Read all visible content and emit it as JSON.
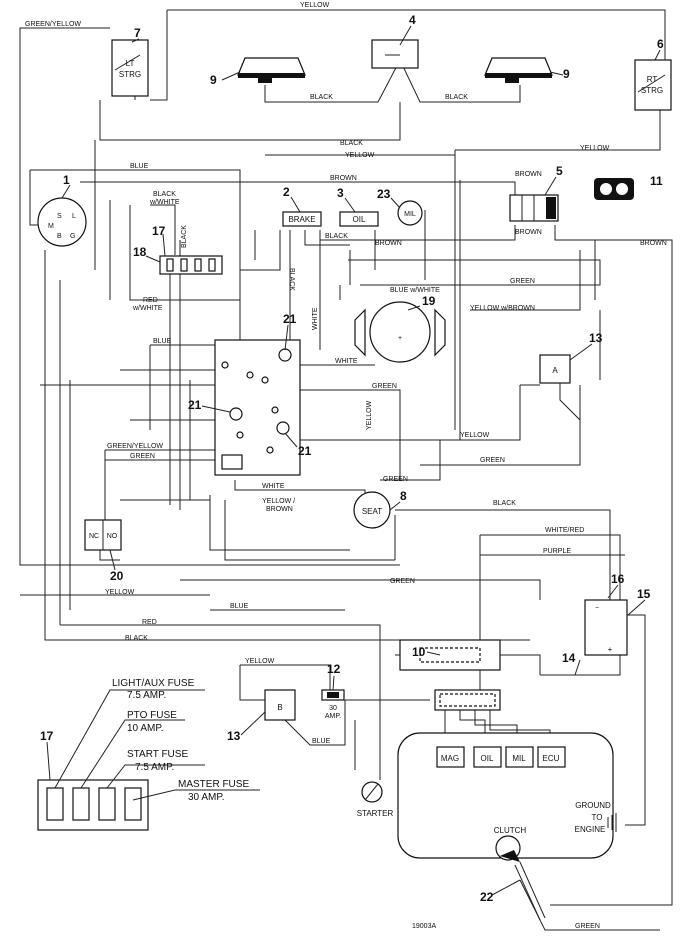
{
  "diagram": {
    "drawing_number": "19003A",
    "wire_colors": {
      "yellow": "YELLOW",
      "green_yellow": "GREEN/YELLOW",
      "black": "BLACK",
      "blue": "BLUE",
      "brown": "BROWN",
      "green": "GREEN",
      "white": "WHITE",
      "red": "RED",
      "purple": "PURPLE",
      "white_red": "WHITE/RED",
      "black_white_1": "BLACK",
      "black_white_2": "w/WHITE",
      "red_white_1": "RED",
      "red_white_2": "w/WHITE",
      "blue_white": "BLUE w/WHITE",
      "yellow_brown": "YELLOW w/BROWN",
      "yellow_brown_2a": "YELLOW /",
      "yellow_brown_2b": "BROWN"
    },
    "components": {
      "lt_strg_1": "LT",
      "lt_strg_2": "STRG",
      "rt_strg_1": "RT",
      "rt_strg_2": "STRG",
      "brake": "BRAKE",
      "oil": "OIL",
      "mil": "MIL",
      "seat": "SEAT",
      "nc": "NC",
      "no": "NO",
      "mag": "MAG",
      "oil_box": "OIL",
      "mil_box": "MIL",
      "ecu": "ECU",
      "starter": "STARTER",
      "ground_1": "GROUND",
      "ground_2": "TO",
      "ground_3": "ENGINE",
      "clutch": "CLUTCH",
      "relay_a": "A",
      "relay_b": "B",
      "fuse_30": "30",
      "fuse_30_amp": "AMP.",
      "switch_pins": {
        "s": "S",
        "l": "L",
        "m": "M",
        "b": "B",
        "g": "G"
      }
    },
    "callouts": [
      "1",
      "2",
      "3",
      "4",
      "5",
      "6",
      "7",
      "8",
      "9",
      "9",
      "10",
      "11",
      "12",
      "13",
      "13",
      "14",
      "15",
      "16",
      "17",
      "17",
      "18",
      "19",
      "20",
      "21",
      "21",
      "21",
      "22",
      "23"
    ],
    "fuse_block": {
      "light_aux": "LIGHT/AUX FUSE",
      "light_aux_amp": "7.5 AMP.",
      "pto": "PTO FUSE",
      "pto_amp": "10 AMP.",
      "start": "START FUSE",
      "start_amp": "7.5 AMP.",
      "master": "MASTER FUSE",
      "master_amp": "30 AMP."
    }
  }
}
